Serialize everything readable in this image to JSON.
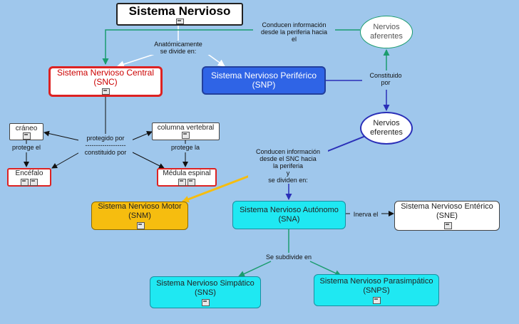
{
  "title": "Sistema Nervioso",
  "nodes": {
    "snc": "Sistema Nervioso Central\n(SNC)",
    "snp": "Sistema Nervioso Periférico\n(SNP)",
    "craneo": "cráneo",
    "columna": "columna vertebral",
    "encefalo": "Encéfalo",
    "medula": "Médula espinal",
    "afer": "Nervios\naferentes",
    "efer": "Nervios\neferentes",
    "snm": "Sistema Nervioso Motor\n(SNM)",
    "sna": "Sistema Nervioso Autónomo\n(SNA)",
    "sne": "Sistema Nervioso Entérico\n(SNE)",
    "sns": "Sistema Nervioso Simpático\n(SNS)",
    "snps": "Sistema Nervioso Parasimpático\n(SNPS)"
  },
  "labels": {
    "conducen_aferente": "Conducen información\ndesde la periferia hacia\nel",
    "anatomicamente": "Anatómicamente\nse divide en:",
    "constituido_por": "Constituido\npor",
    "protegido": "protegido por\n-------------------\nconstituido por",
    "protege_el": "protege el",
    "protege_la": "protege la",
    "conducen_eferente": "Conducen información\ndesde el SNC hacia\nla periferia\ny\nse dividen en:",
    "inerva": "Inerva el",
    "subdivide": "Se subdivide en"
  },
  "colors": {
    "background": "#9fc7ec",
    "central_border": "#d22222",
    "peripheral": "#2f64e6",
    "autonomic": "#1fe8f2",
    "motor": "#f6bd0f",
    "green_link": "#1a9c6e",
    "blue_link": "#2a2fb8"
  }
}
